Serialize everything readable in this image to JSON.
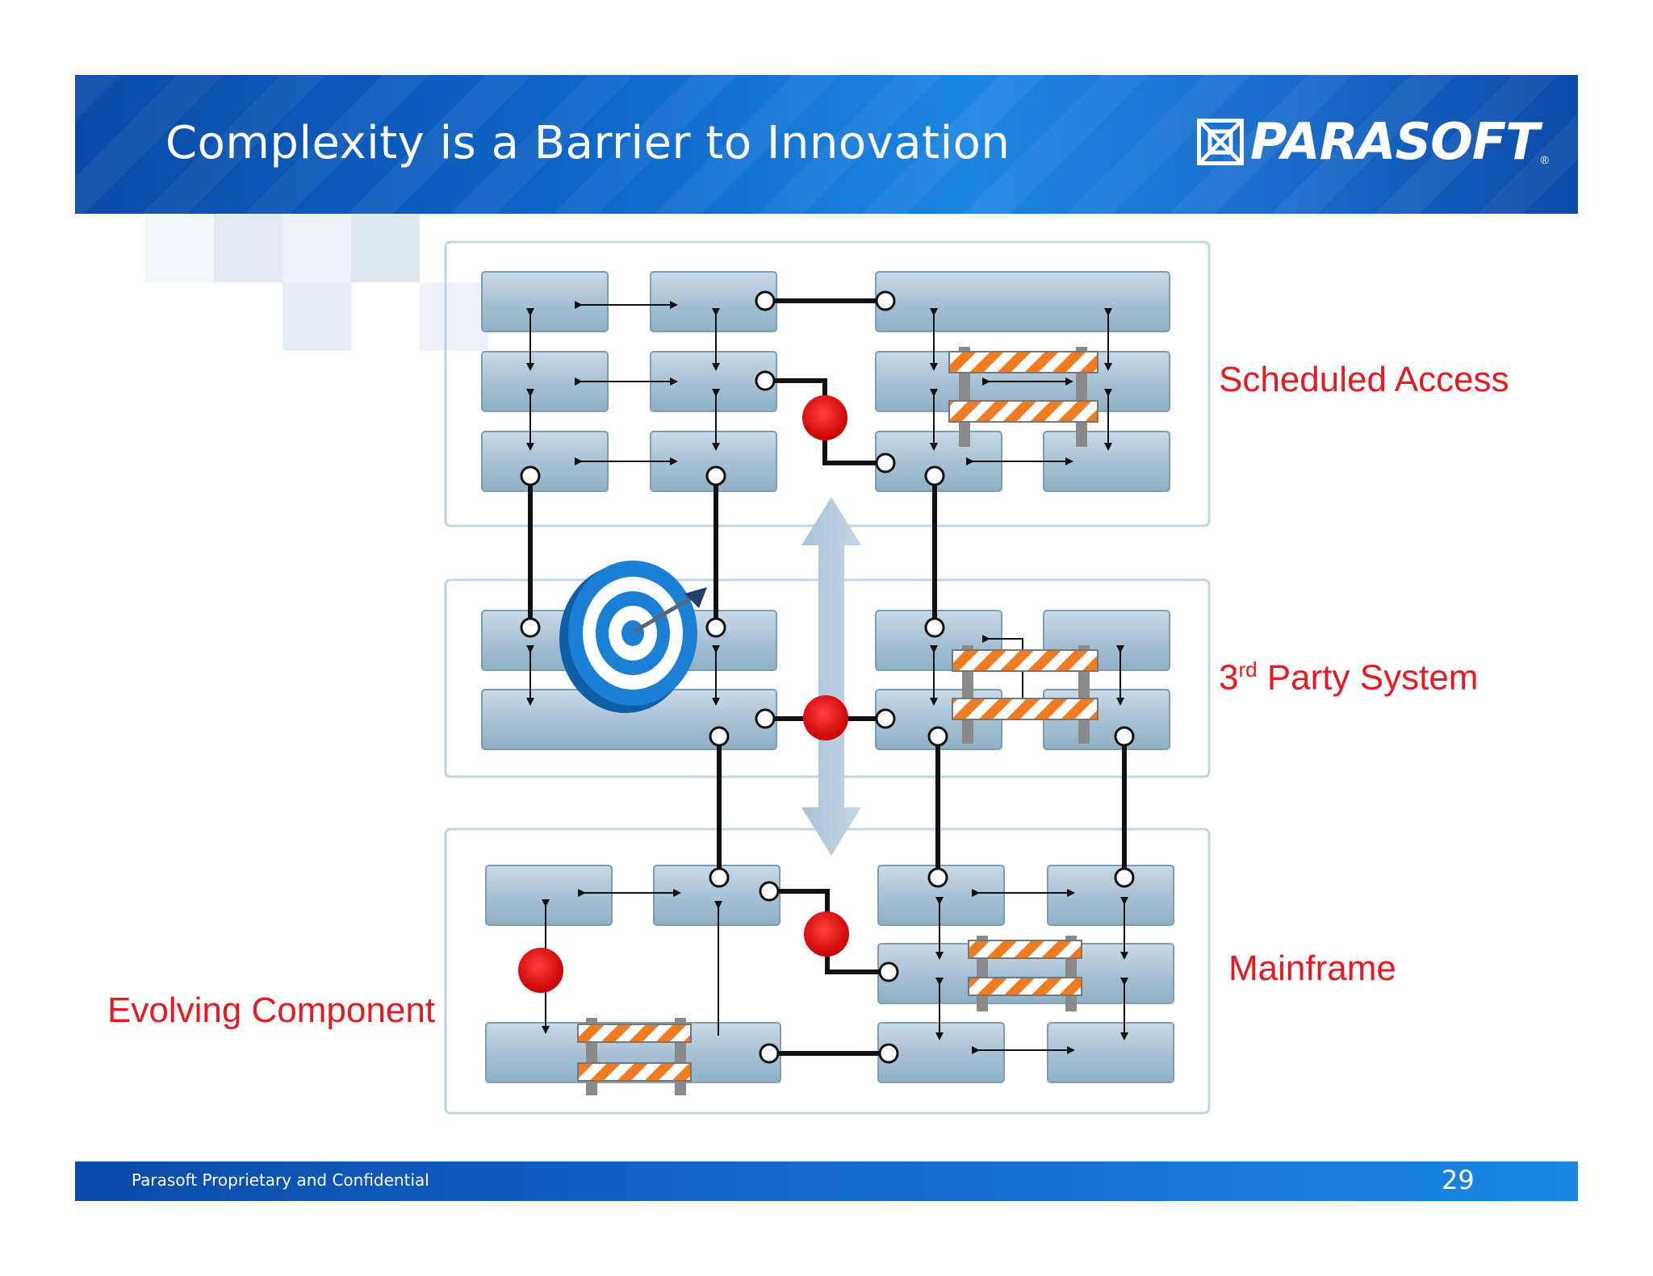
{
  "slide": {
    "title": "Complexity is a Barrier to Innovation",
    "logo_text": "PARASOFT",
    "logo_registered": "®",
    "footer_text": "Parasoft Proprietary and Confidential",
    "page_number": "29"
  },
  "labels": {
    "scheduled_access": "Scheduled Access",
    "third_party_prefix": "3",
    "third_party_sup": "rd",
    "third_party_suffix": " Party System",
    "mainframe": "Mainframe",
    "evolving_component": "Evolving Component"
  },
  "colors": {
    "header_blue": "#0f67c9",
    "label_red": "#e31b23",
    "box_blue": "#9fbbd0",
    "group_border": "#c3d4e3",
    "blocked_red": "#d00000",
    "barricade_orange": "#f07b20"
  },
  "icons": [
    "target-icon",
    "dart-icon",
    "barricade-icon",
    "blocked-dot-icon",
    "double-arrow-icon"
  ]
}
